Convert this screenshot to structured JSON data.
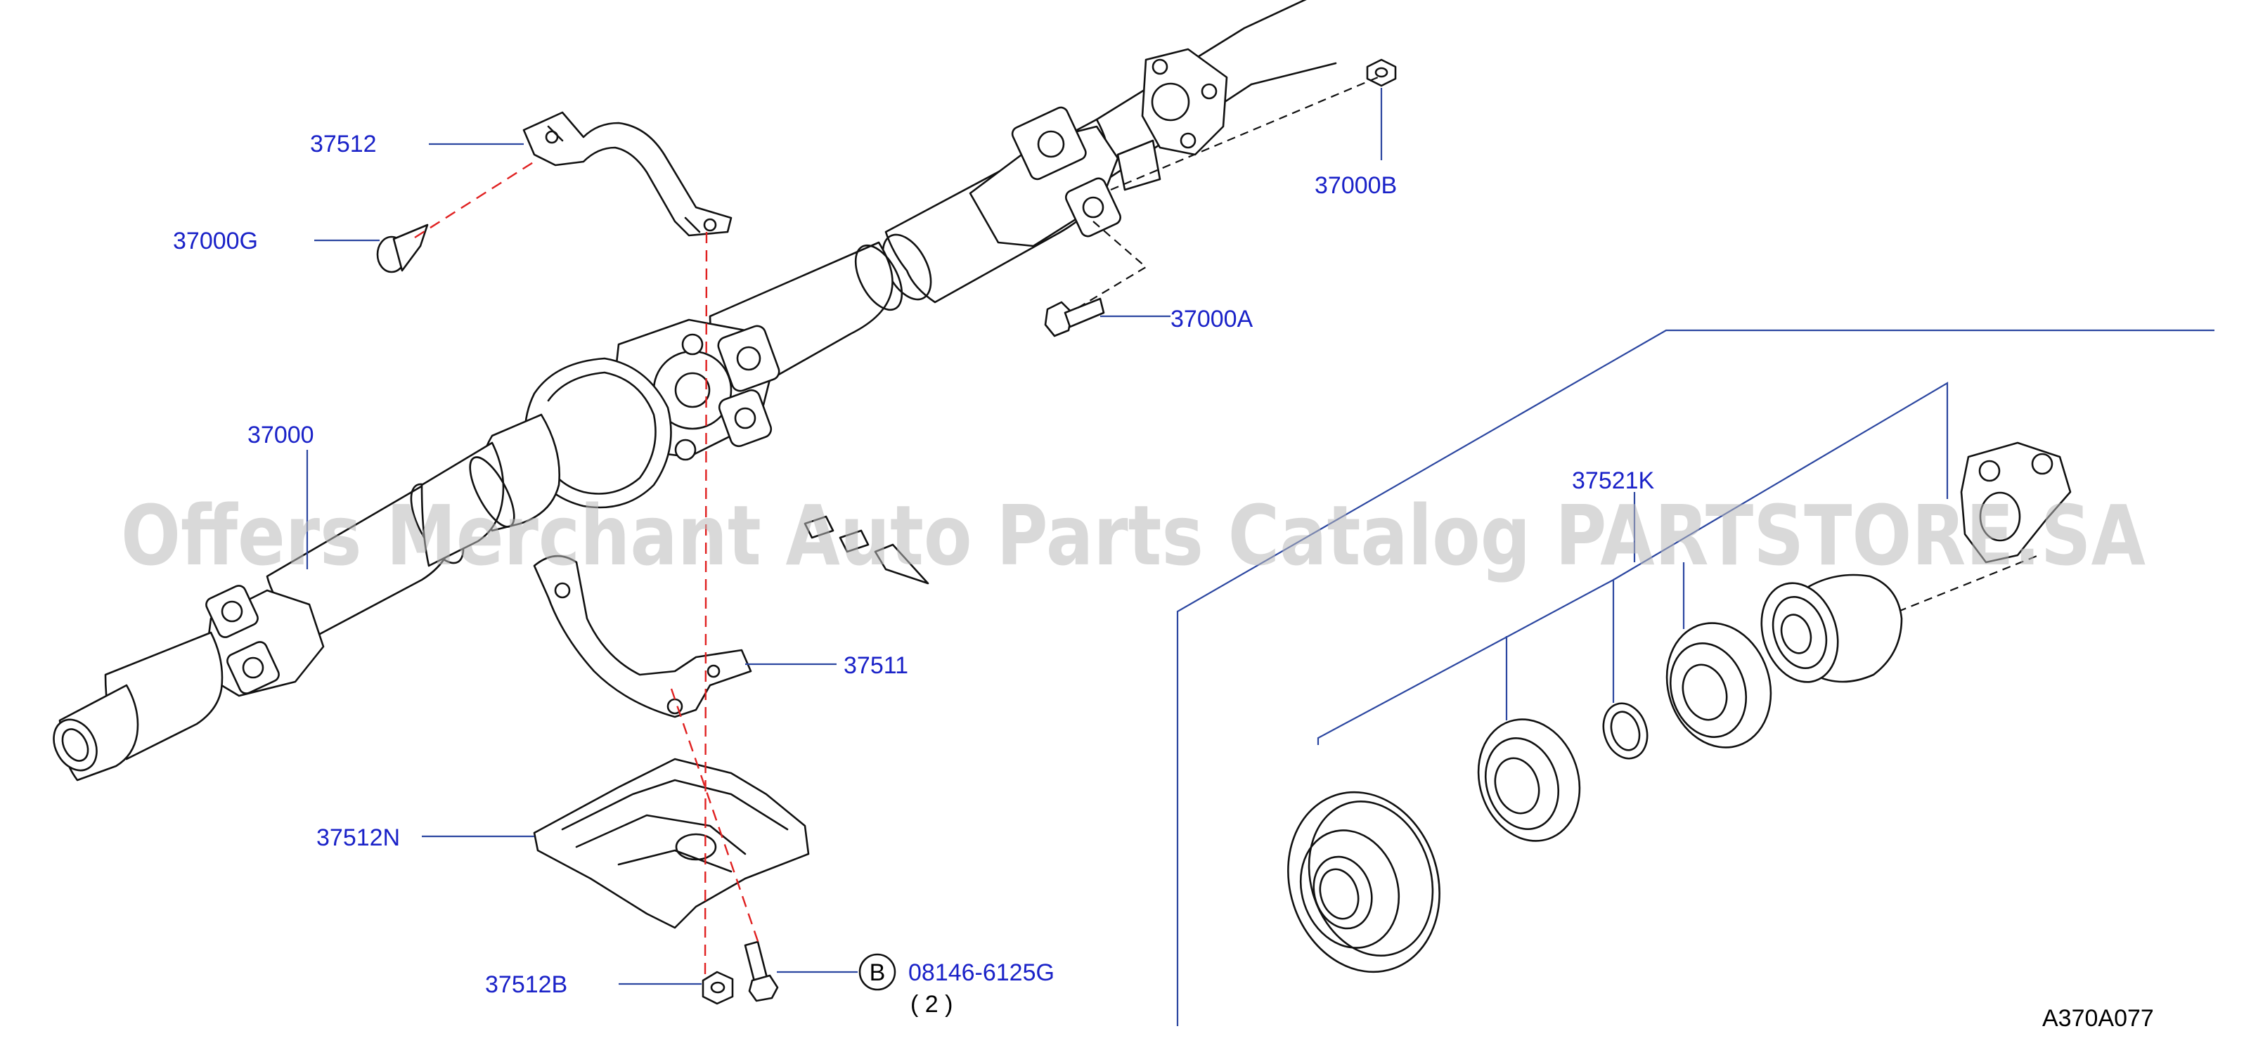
{
  "diagram_code": "A370A077",
  "watermark": "Offers Merchant Auto Parts Catalog PARTSTORE.SA",
  "callout_symbol": "B",
  "parts": [
    {
      "id": "37512"
    },
    {
      "id": "37000G"
    },
    {
      "id": "37000B"
    },
    {
      "id": "37000A"
    },
    {
      "id": "37000"
    },
    {
      "id": "37521K"
    },
    {
      "id": "37511"
    },
    {
      "id": "37512N"
    },
    {
      "id": "37512B"
    },
    {
      "id": "08146-6125G",
      "quantity": "( 2 )"
    }
  ],
  "colors": {
    "label": "#1a22c8",
    "leader": "#2b46a0",
    "alignment_line": "#e02020",
    "ink": "#111111"
  }
}
